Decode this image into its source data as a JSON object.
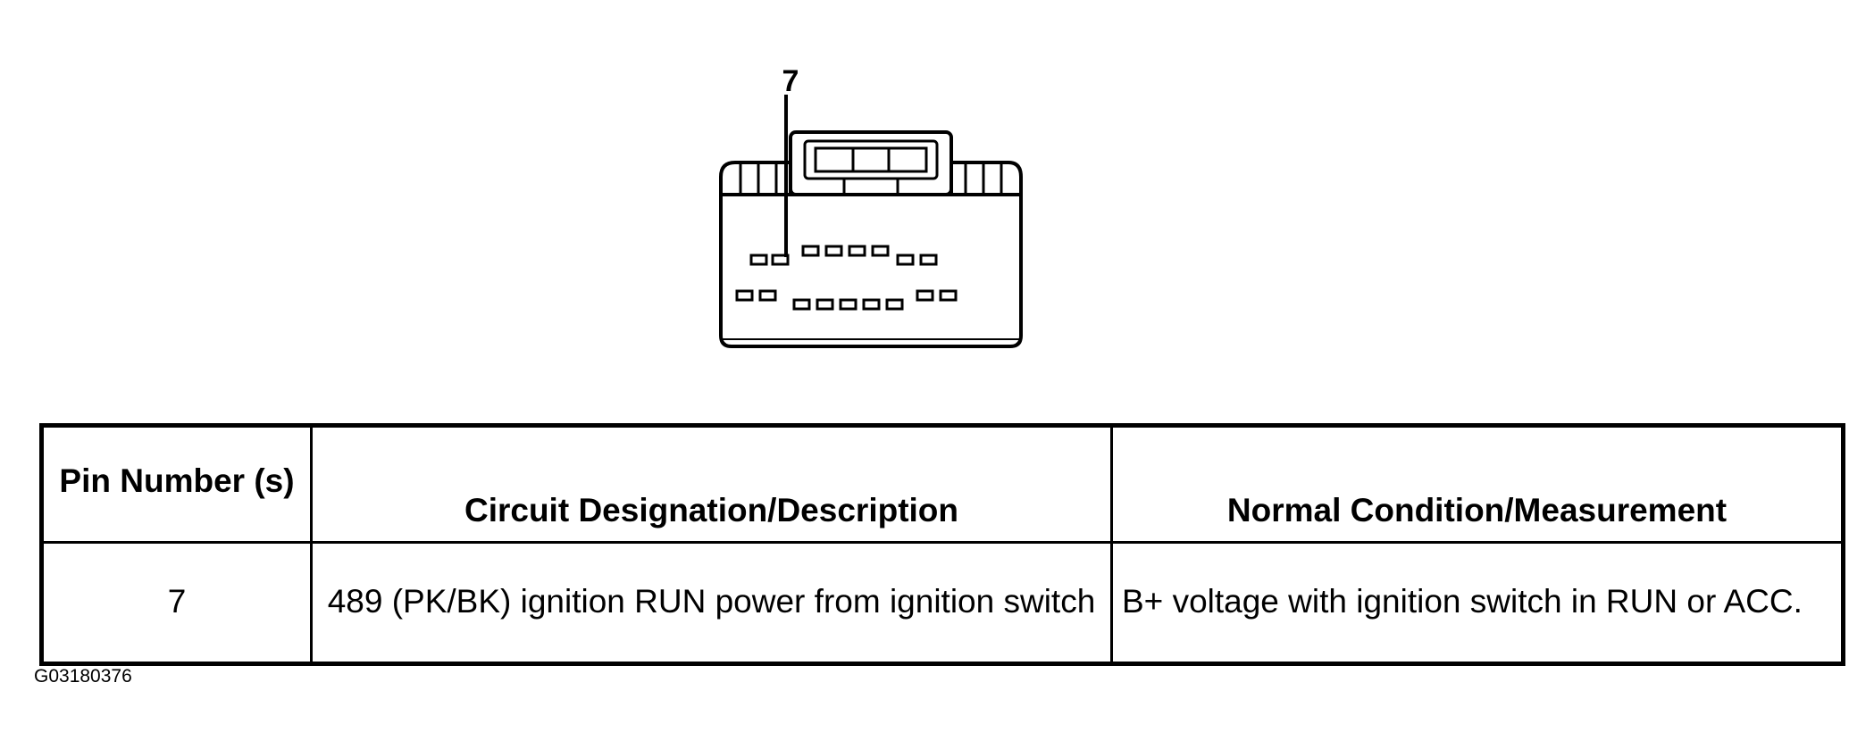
{
  "connector": {
    "callout_pin": "7"
  },
  "table": {
    "headers": {
      "pin": "Pin Number (s)",
      "description": "Circuit Designation/Description",
      "normal": "Normal Condition/Measurement"
    },
    "rows": [
      {
        "pin": "7",
        "description": "489 (PK/BK) ignition RUN power from ignition switch",
        "normal": "B+ voltage with ignition switch in RUN or ACC."
      }
    ]
  },
  "figure_id": "G03180376"
}
